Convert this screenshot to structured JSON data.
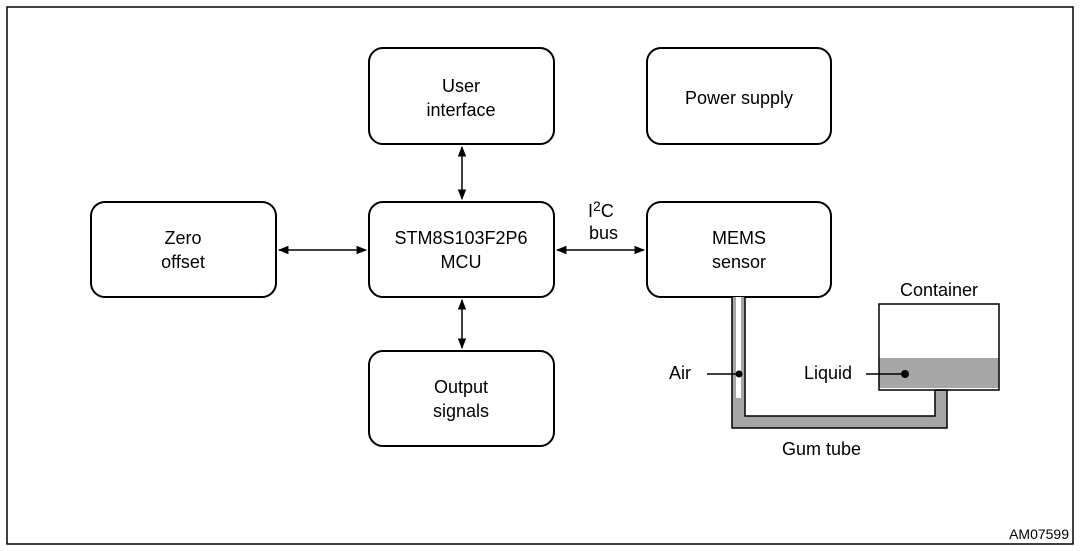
{
  "blocks": {
    "user_interface": [
      "User",
      "interface"
    ],
    "power_supply": "Power supply",
    "zero_offset": [
      "Zero",
      "offset"
    ],
    "mcu": [
      "STM8S103F2P6",
      "MCU"
    ],
    "mems_sensor": [
      "MEMS",
      "sensor"
    ],
    "output_signals": [
      "Output",
      "signals"
    ]
  },
  "bus": {
    "i": "I",
    "sup": "2",
    "c": "C",
    "line2": "bus"
  },
  "labels": {
    "container": "Container",
    "air": "Air",
    "liquid": "Liquid",
    "gum_tube": "Gum tube",
    "figure_id": "AM07599"
  },
  "colors": {
    "liquid": "#a6a6a6",
    "stroke": "#000000"
  }
}
